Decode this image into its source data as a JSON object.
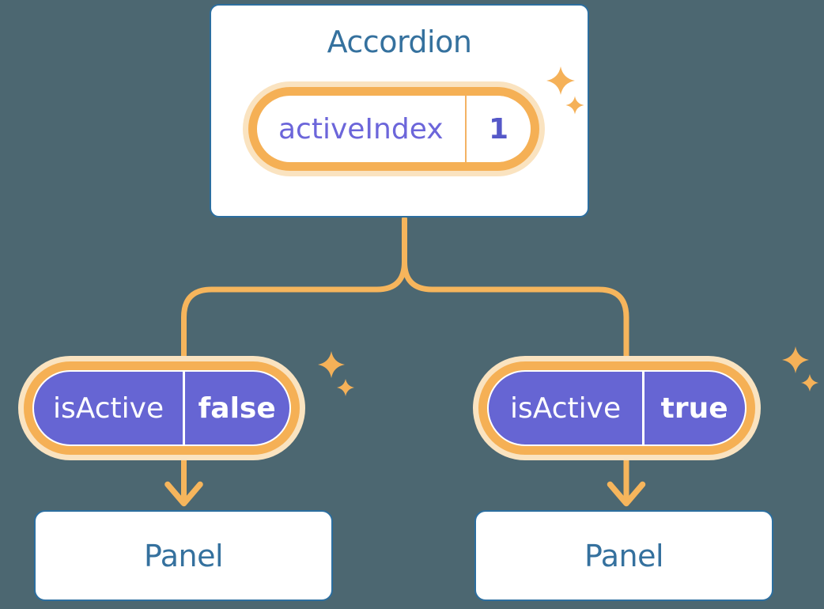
{
  "colors": {
    "background": "#4C6771",
    "card_bg": "#FFFFFF",
    "card_border": "#2C6E9F",
    "heading_text": "#35719E",
    "connector": "#F6B55C",
    "pill_ring": "#F5B055",
    "pill_halo": "#FAE3C0",
    "pill_purple": "#6665D3",
    "state_name_text": "#6C66DA",
    "state_value_text": "#5558C8",
    "state_divider": "#F3B264",
    "prop_text": "#FFFFFF",
    "sparkle": "#F5B158"
  },
  "accordion": {
    "title": "Accordion",
    "state": {
      "name": "activeIndex",
      "value": "1"
    }
  },
  "branches": [
    {
      "prop": {
        "name": "isActive",
        "value": "false"
      },
      "panel_label": "Panel"
    },
    {
      "prop": {
        "name": "isActive",
        "value": "true"
      },
      "panel_label": "Panel"
    }
  ],
  "icons": {
    "sparkle_icon": "✦",
    "down_arrow_icon": "↓"
  }
}
